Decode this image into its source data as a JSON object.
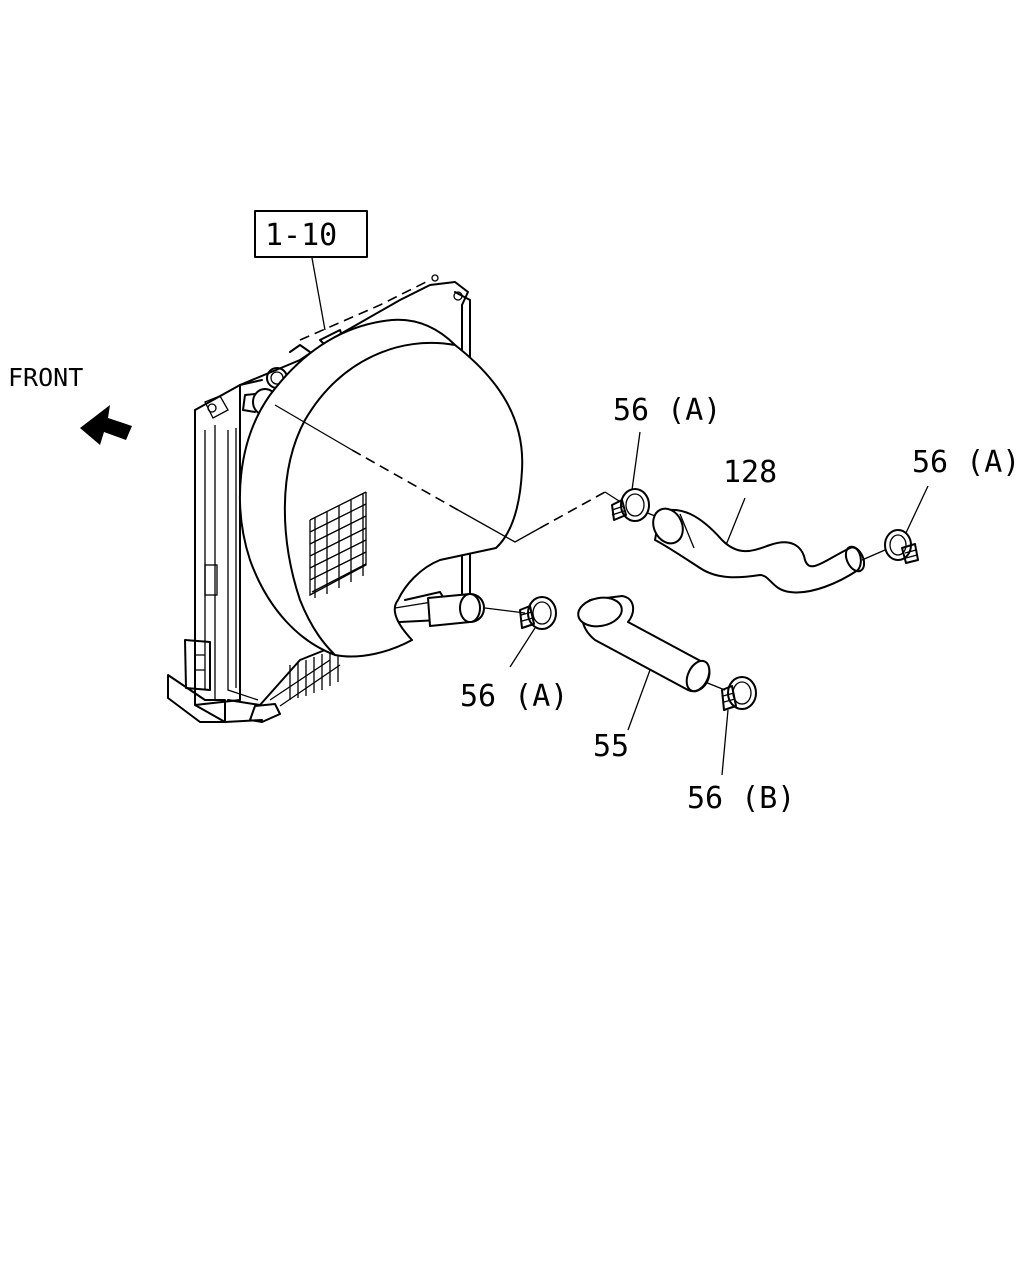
{
  "labels": {
    "assembly_ref": "1-10",
    "front": "FRONT",
    "clamp_top_left": "56 (A)",
    "hose_upper": "128",
    "clamp_top_right": "56 (A)",
    "clamp_lower_left": "56 (A)",
    "hose_lower": "55",
    "clamp_lower_right": "56 (B)"
  }
}
